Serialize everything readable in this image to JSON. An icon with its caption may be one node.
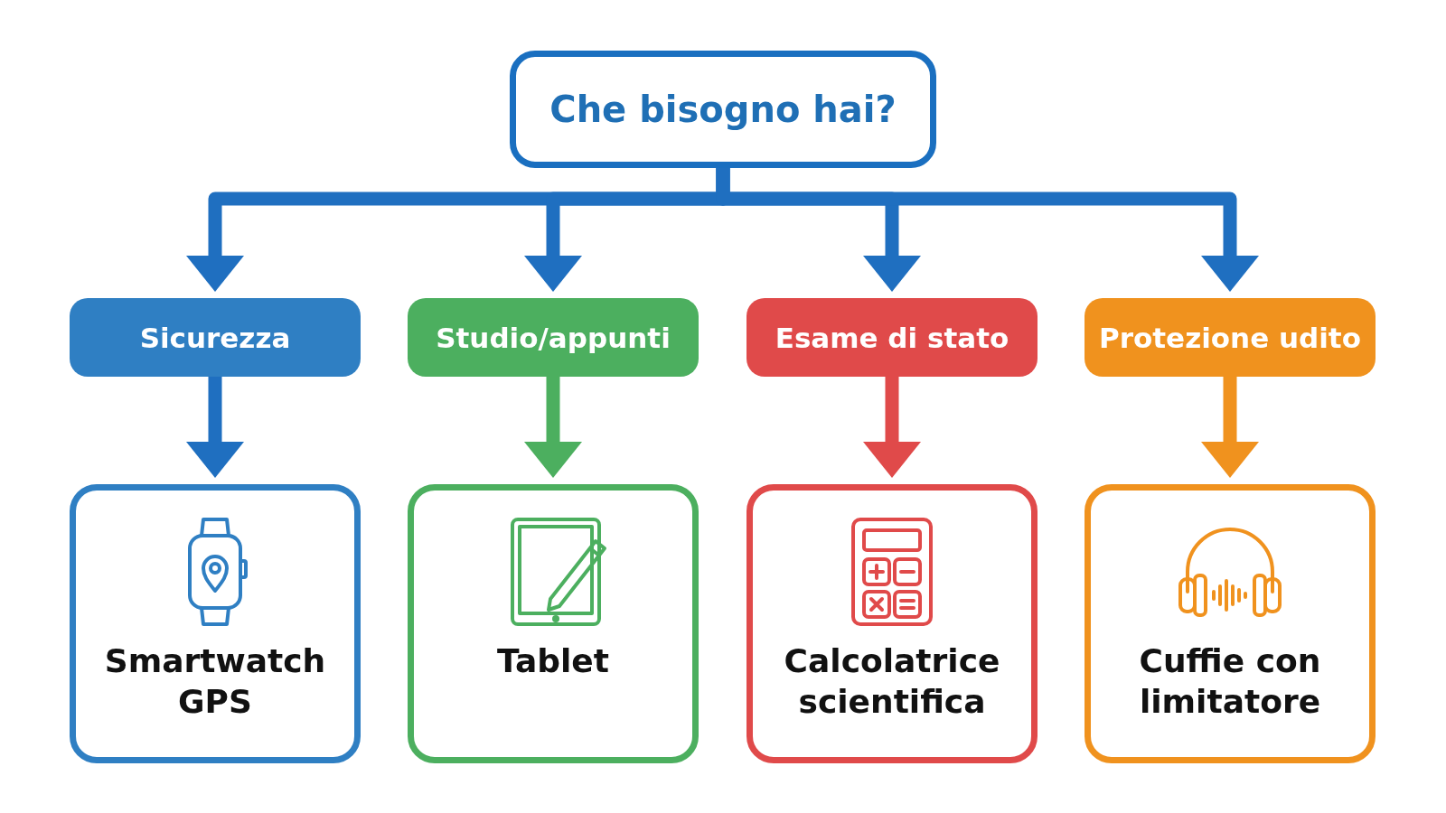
{
  "diagram": {
    "nodes": [
      {
        "text": [
          "Che bisogno hai?"
        ]
      },
      {
        "text": [
          "Sicurezza"
        ]
      },
      {
        "text": [
          "Studio/appunti"
        ]
      },
      {
        "text": [
          "Esame di stato"
        ]
      },
      {
        "text": [
          "Protezione udito"
        ]
      },
      {
        "text": [
          "Smartwatch GPS"
        ]
      },
      {
        "text": [
          "Tablet"
        ]
      },
      {
        "text": [
          "Calcolatrice scientifica"
        ]
      },
      {
        "text": [
          "Cuffie con limitatore"
        ]
      }
    ],
    "edges": [
      {
        "from": 0,
        "to": 1,
        "arrow": "to"
      },
      {
        "from": 0,
        "to": 2,
        "arrow": "to"
      },
      {
        "from": 0,
        "to": 3,
        "arrow": "to"
      },
      {
        "from": 0,
        "to": 4,
        "arrow": "to"
      },
      {
        "from": 1,
        "to": 5,
        "arrow": "to"
      },
      {
        "from": 2,
        "to": 6,
        "arrow": "to",
        "color": "#4caf5f"
      },
      {
        "from": 3,
        "to": 7,
        "arrow": "to",
        "color": "#e04a4a"
      },
      {
        "from": 4,
        "to": 8,
        "arrow": "to",
        "color": "#f0921e"
      }
    ]
  }
}
